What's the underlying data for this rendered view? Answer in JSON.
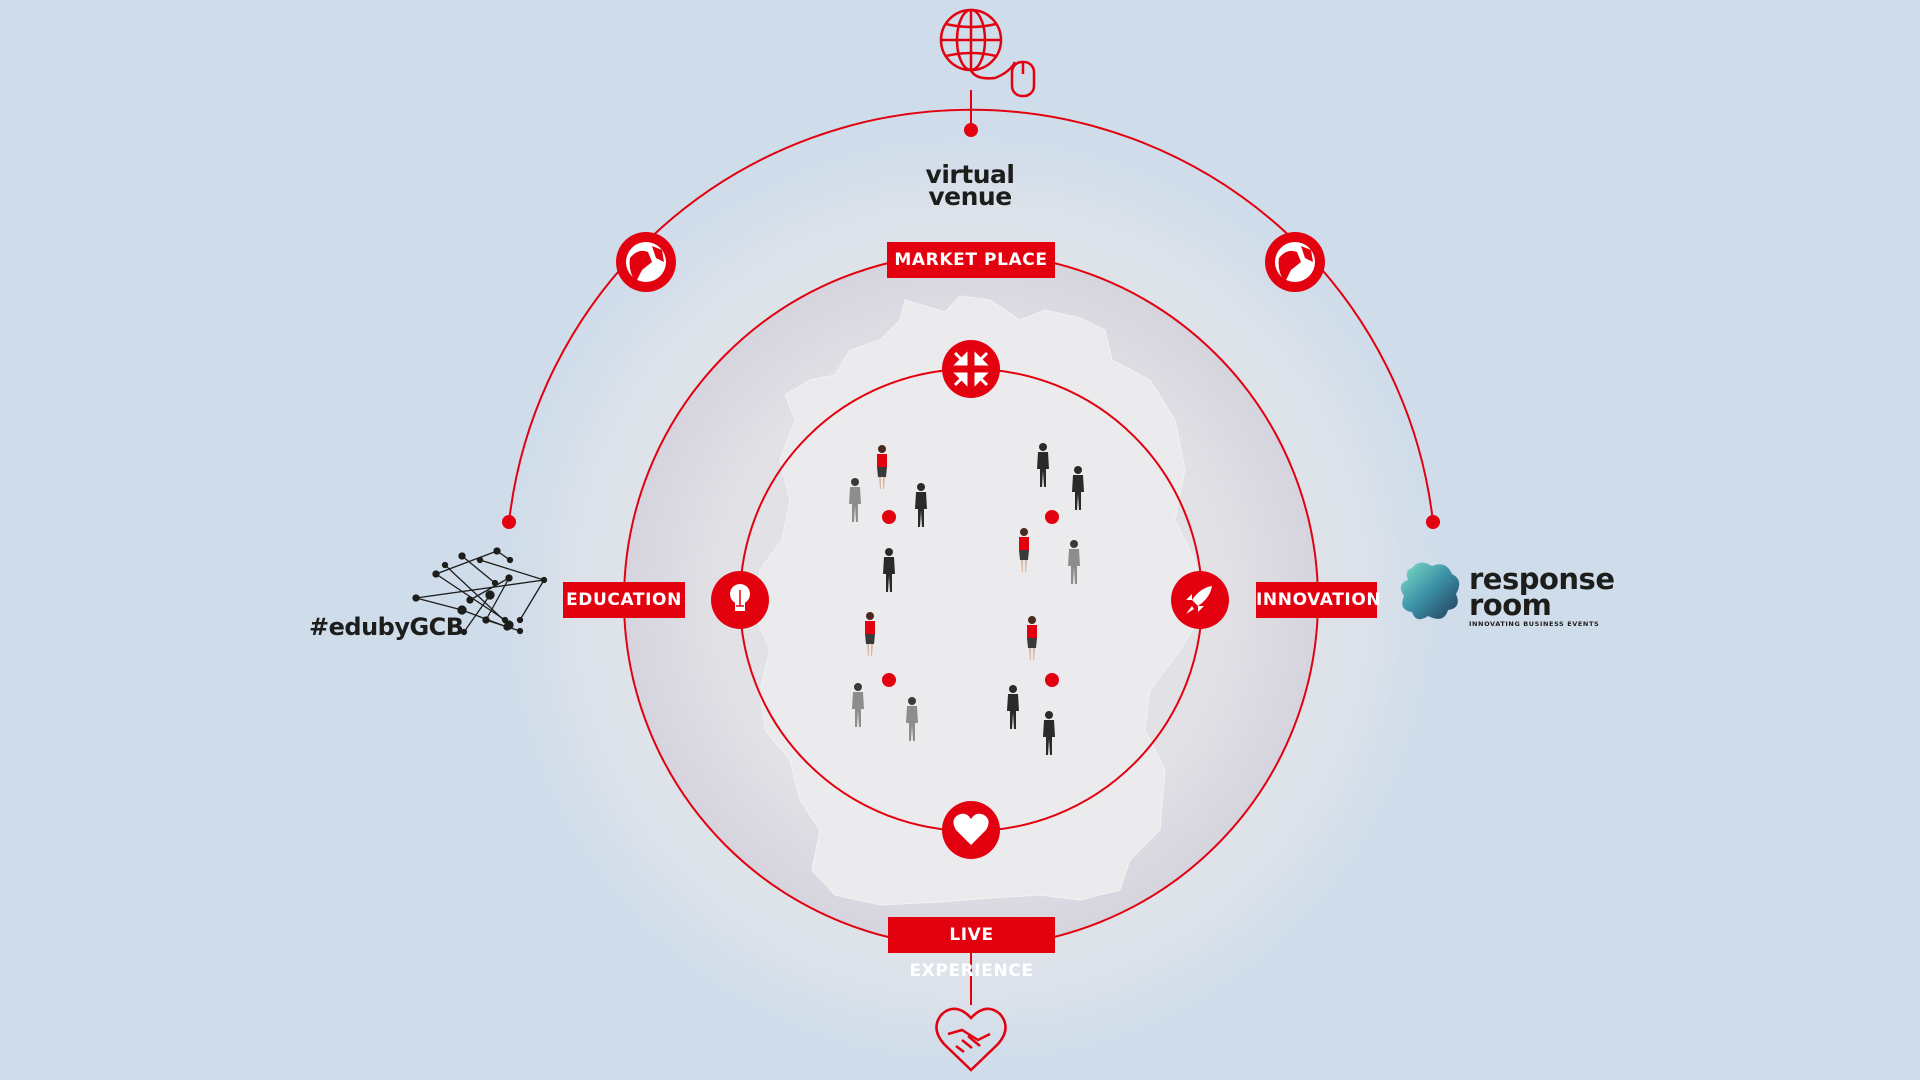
{
  "labels": {
    "market_place": "MARKET PLACE",
    "education": "EDUCATION",
    "innovation": "INNOVATION",
    "live_experience": "LIVE EXPERIENCE"
  },
  "brands": {
    "virtual_venue_line1": "virtual",
    "virtual_venue_line2": "venue",
    "edu": "#edubyGCB",
    "response_line1": "response",
    "response_line2": "room",
    "response_tagline": "INNOVATING BUSINESS EVENTS"
  },
  "icons": {
    "top": "globe-mouse-icon",
    "upper_left": "earth-icon",
    "upper_right": "earth-icon",
    "inner_top": "compress-arrows-icon",
    "inner_left": "lightbulb-icon",
    "inner_right": "rocket-icon",
    "inner_bottom": "heart-icon",
    "bottom": "handshake-heart-icon",
    "edu_logo": "network-graph-icon",
    "response_logo": "response-room-blob-icon"
  },
  "colors": {
    "accent": "#e3000f",
    "background": "#cfdcea",
    "text_dark": "#1d1d1b",
    "map_gray": "#e6e6e8"
  }
}
